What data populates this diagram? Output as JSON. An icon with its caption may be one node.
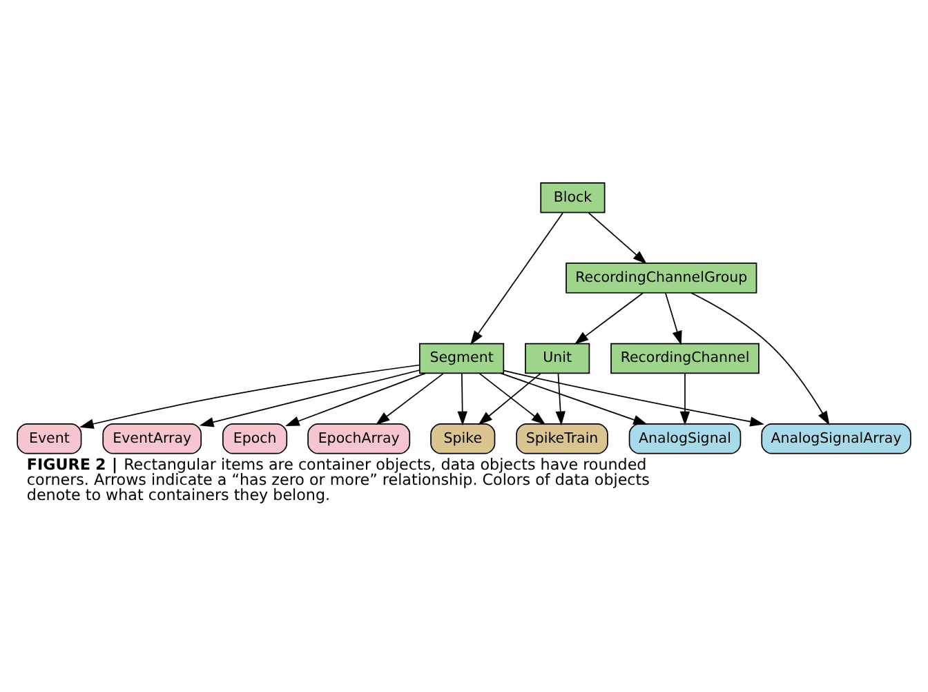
{
  "diagram": {
    "caption": "**FIGURE 2 |** Rectangular items are container objects, data objects have rounded corners. Arrows indicate a “has zero or more” relationship. Colors of data objects denote to what containers they belong.",
    "nodes": [
      {
        "text": [
          "Block"
        ]
      },
      {
        "text": [
          "Event"
        ]
      },
      {
        "text": [
          "Segment"
        ]
      },
      {
        "text": [
          "EventArray"
        ]
      },
      {
        "text": [
          "RecordingChannelGroup"
        ]
      },
      {
        "text": [
          "Epoch"
        ]
      },
      {
        "text": [
          "EpochArray"
        ]
      },
      {
        "text": [
          "RecordingChannel"
        ]
      },
      {
        "text": [
          "Unit"
        ]
      },
      {
        "text": [
          "Spike"
        ]
      },
      {
        "text": [
          "SpikeTrain"
        ]
      },
      {
        "text": [
          "AnalogSignal"
        ]
      },
      {
        "text": [
          "AnalogSignalArray"
        ]
      }
    ],
    "edges": [
      {
        "from": 0,
        "to": 2,
        "arrow": "to"
      },
      {
        "from": 0,
        "to": 4,
        "arrow": "to"
      },
      {
        "from": 2,
        "to": 1,
        "arrow": "to"
      },
      {
        "from": 2,
        "to": 3,
        "arrow": "to"
      },
      {
        "from": 2,
        "to": 5,
        "arrow": "to"
      },
      {
        "from": 2,
        "to": 6,
        "arrow": "to"
      },
      {
        "from": 2,
        "to": 9,
        "arrow": "to"
      },
      {
        "from": 2,
        "to": 10,
        "arrow": "to"
      },
      {
        "from": 2,
        "to": 11,
        "arrow": "to"
      },
      {
        "from": 2,
        "to": 12,
        "arrow": "to"
      },
      {
        "from": 4,
        "to": 7,
        "arrow": "to"
      },
      {
        "from": 4,
        "to": 8,
        "arrow": "to"
      },
      {
        "from": 4,
        "to": 12,
        "arrow": "to"
      },
      {
        "from": 7,
        "to": 11,
        "arrow": "to"
      },
      {
        "from": 8,
        "to": 9,
        "arrow": "to"
      },
      {
        "from": 8,
        "to": 10,
        "arrow": "to"
      }
    ]
  }
}
